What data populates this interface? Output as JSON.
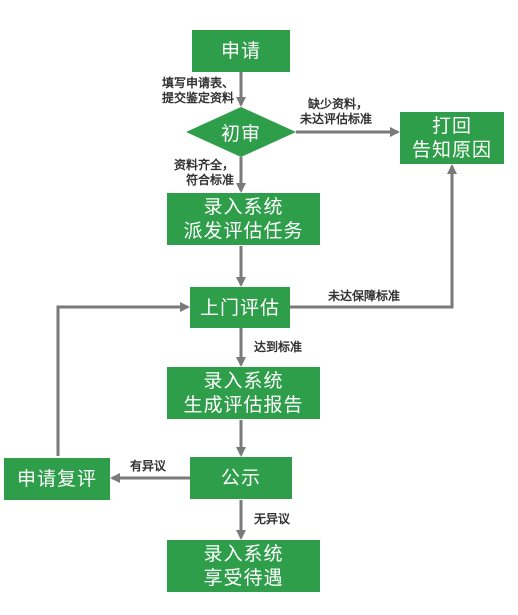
{
  "nodes": {
    "apply": "申请",
    "initial_review": "初审",
    "return": [
      "打回",
      "告知原因"
    ],
    "register_assign": [
      "录入系统",
      "派发评估任务"
    ],
    "home_assess": "上门评估",
    "register_report": [
      "录入系统",
      "生成评估报告"
    ],
    "publicize": "公示",
    "reappeal": "申请复评",
    "register_benefit": [
      "录入系统",
      "享受待遇"
    ]
  },
  "edge_labels": {
    "fill_forms": [
      "填写申请表、",
      "提交鉴定资料"
    ],
    "missing_docs": [
      "缺少资料，",
      "未达评估标准"
    ],
    "docs_complete": [
      "资料齐全，",
      "符合标准"
    ],
    "below_standard": "未达保障标准",
    "meets_standard": "达到标准",
    "objection": "有异议",
    "no_objection": "无异议"
  },
  "colors": {
    "node_fill": "#2e9e4a",
    "arrow": "#7a7a7a",
    "text_on_node": "#ffffff",
    "label_text": "#333333"
  }
}
